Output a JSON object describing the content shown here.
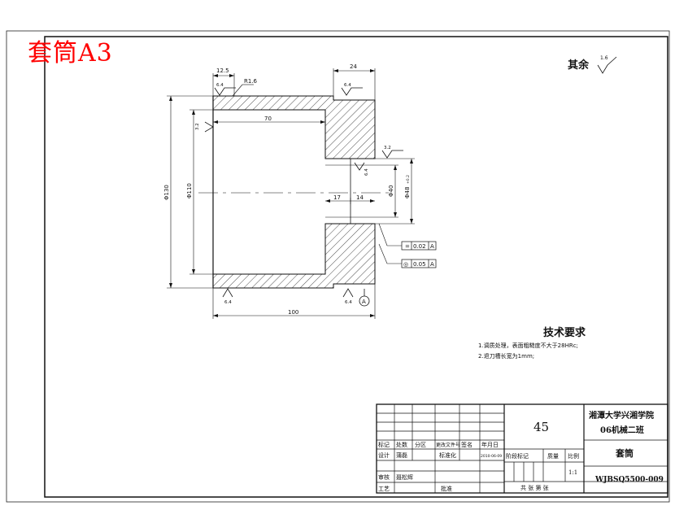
{
  "stamp": "套筒A3",
  "dims": {
    "d125": "12.5",
    "d24": "24",
    "d70": "70",
    "d17": "17",
    "d14": "14",
    "d100": "100",
    "r16": "R1.6",
    "phi130": "Φ130",
    "phi110": "Φ110",
    "phi40": "Φ40",
    "phi48": "Φ48",
    "tol48": "+0.2"
  },
  "roughness": {
    "r1": "6.4",
    "r2": "6.4",
    "r3": "3.2",
    "r4": "3.2",
    "r5": "6.4",
    "r6": "6.4",
    "r7": "1.6",
    "r8": "6.4"
  },
  "datum": "A",
  "tolerances": [
    {
      "symbol": "=",
      "value": "0.02",
      "datum": "A"
    },
    {
      "symbol": "◎",
      "value": "0.05",
      "datum": "A"
    }
  ],
  "rest_label": "其余",
  "rest_value": "1.6",
  "tech": {
    "title": "技术要求",
    "lines": [
      "1.调质处理，表面粗糙度不大于28HRc;",
      "2.退刀槽长宽为1mm;"
    ]
  },
  "title_block": {
    "material": "45",
    "school": "湘潭大学兴湘学院",
    "class": "06机械二班",
    "part_name": "套筒",
    "drawing_no": "WJBSQ5500-009",
    "scale": "1:1",
    "h_mark": "标记",
    "h_count": "处数",
    "h_zone": "分区",
    "h_doc": "更改文件号",
    "h_sign": "签名",
    "h_date": "年月日",
    "h_design": "设计",
    "h_designer": "蒲磊",
    "h_std": "标准化",
    "h_stdval": "2010-06-09",
    "h_stage": "阶段标记",
    "h_weight": "质量",
    "h_ratio": "比例",
    "h_review": "审核",
    "h_reviewer": "聂松辉",
    "h_process": "工艺",
    "h_approve": "批准",
    "h_sheets": "共  张  第  张"
  }
}
